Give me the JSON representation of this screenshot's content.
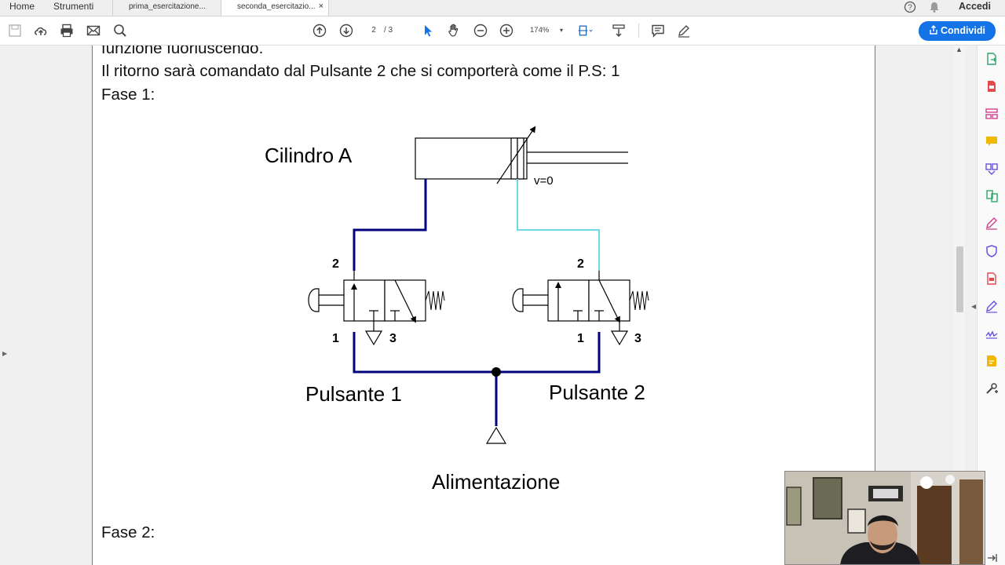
{
  "tabs": {
    "home": "Home",
    "tools": "Strumenti",
    "doc1": "prima_esercitazione...",
    "doc2": "seconda_esercitazio...",
    "close": "×"
  },
  "header": {
    "help": "?",
    "signin": "Accedi"
  },
  "toolbar": {
    "page_current": "2",
    "page_total": "/ 3",
    "zoom": "174%",
    "zoom_caret": "▾",
    "share_label": "Condividi"
  },
  "document": {
    "line_top": "funzione fuoriuscendo.",
    "line_return": "Il ritorno sarà comandato dal Pulsante 2 che si comporterà come il P.S: 1",
    "phase1": "Fase 1:",
    "phase2": "Fase 2:"
  },
  "diagram": {
    "cylinder": "Cilindro A",
    "velocity": "v=0",
    "port_2": "2",
    "port_1": "1",
    "port_3": "3",
    "button1": "Pulsante  1",
    "button2": "Pulsante  2",
    "supply": "Alimentazione"
  },
  "colors": {
    "accent": "#1473e6",
    "pressure_line": "#00007b",
    "exhaust_line": "#6fd8e8"
  }
}
